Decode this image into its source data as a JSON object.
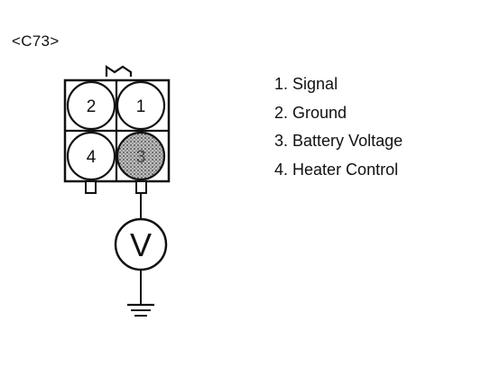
{
  "connector": {
    "name": "<C73>"
  },
  "pins": [
    {
      "number": "2"
    },
    {
      "number": "1"
    },
    {
      "number": "4"
    },
    {
      "number": "3"
    }
  ],
  "meter": {
    "symbol": "V"
  },
  "legend": [
    {
      "number": "1",
      "label": "Signal"
    },
    {
      "number": "2",
      "label": "Ground"
    },
    {
      "number": "3",
      "label": "Battery Voltage"
    },
    {
      "number": "4",
      "label": "Heater Control"
    }
  ],
  "colors": {
    "line": "#111111",
    "probed_pin_fill": "#9a9a9a",
    "background": "#ffffff"
  }
}
